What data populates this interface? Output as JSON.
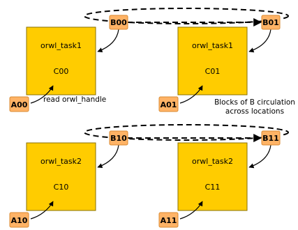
{
  "colors": {
    "task_fill": "#ffcc00",
    "task_stroke": "#8a7000",
    "handle_fill": "#ffb366",
    "handle_stroke": "#d98a30",
    "arrow": "#000000"
  },
  "tasks": [
    {
      "name": "orwl_task1",
      "label": "C00"
    },
    {
      "name": "orwl_task1",
      "label": "C01"
    },
    {
      "name": "orwl_task2",
      "label": "C10"
    },
    {
      "name": "orwl_task2",
      "label": "C11"
    }
  ],
  "handles_a": [
    {
      "label": "A00"
    },
    {
      "label": "A01"
    },
    {
      "label": "A10"
    },
    {
      "label": "A11"
    }
  ],
  "handles_b": [
    {
      "label": "B00"
    },
    {
      "label": "B01"
    },
    {
      "label": "B10"
    },
    {
      "label": "B11"
    }
  ],
  "annotations": {
    "read_handle": "read orwl_handle",
    "circulation_line1": "Blocks of B circulation",
    "circulation_line2": "across locations"
  }
}
